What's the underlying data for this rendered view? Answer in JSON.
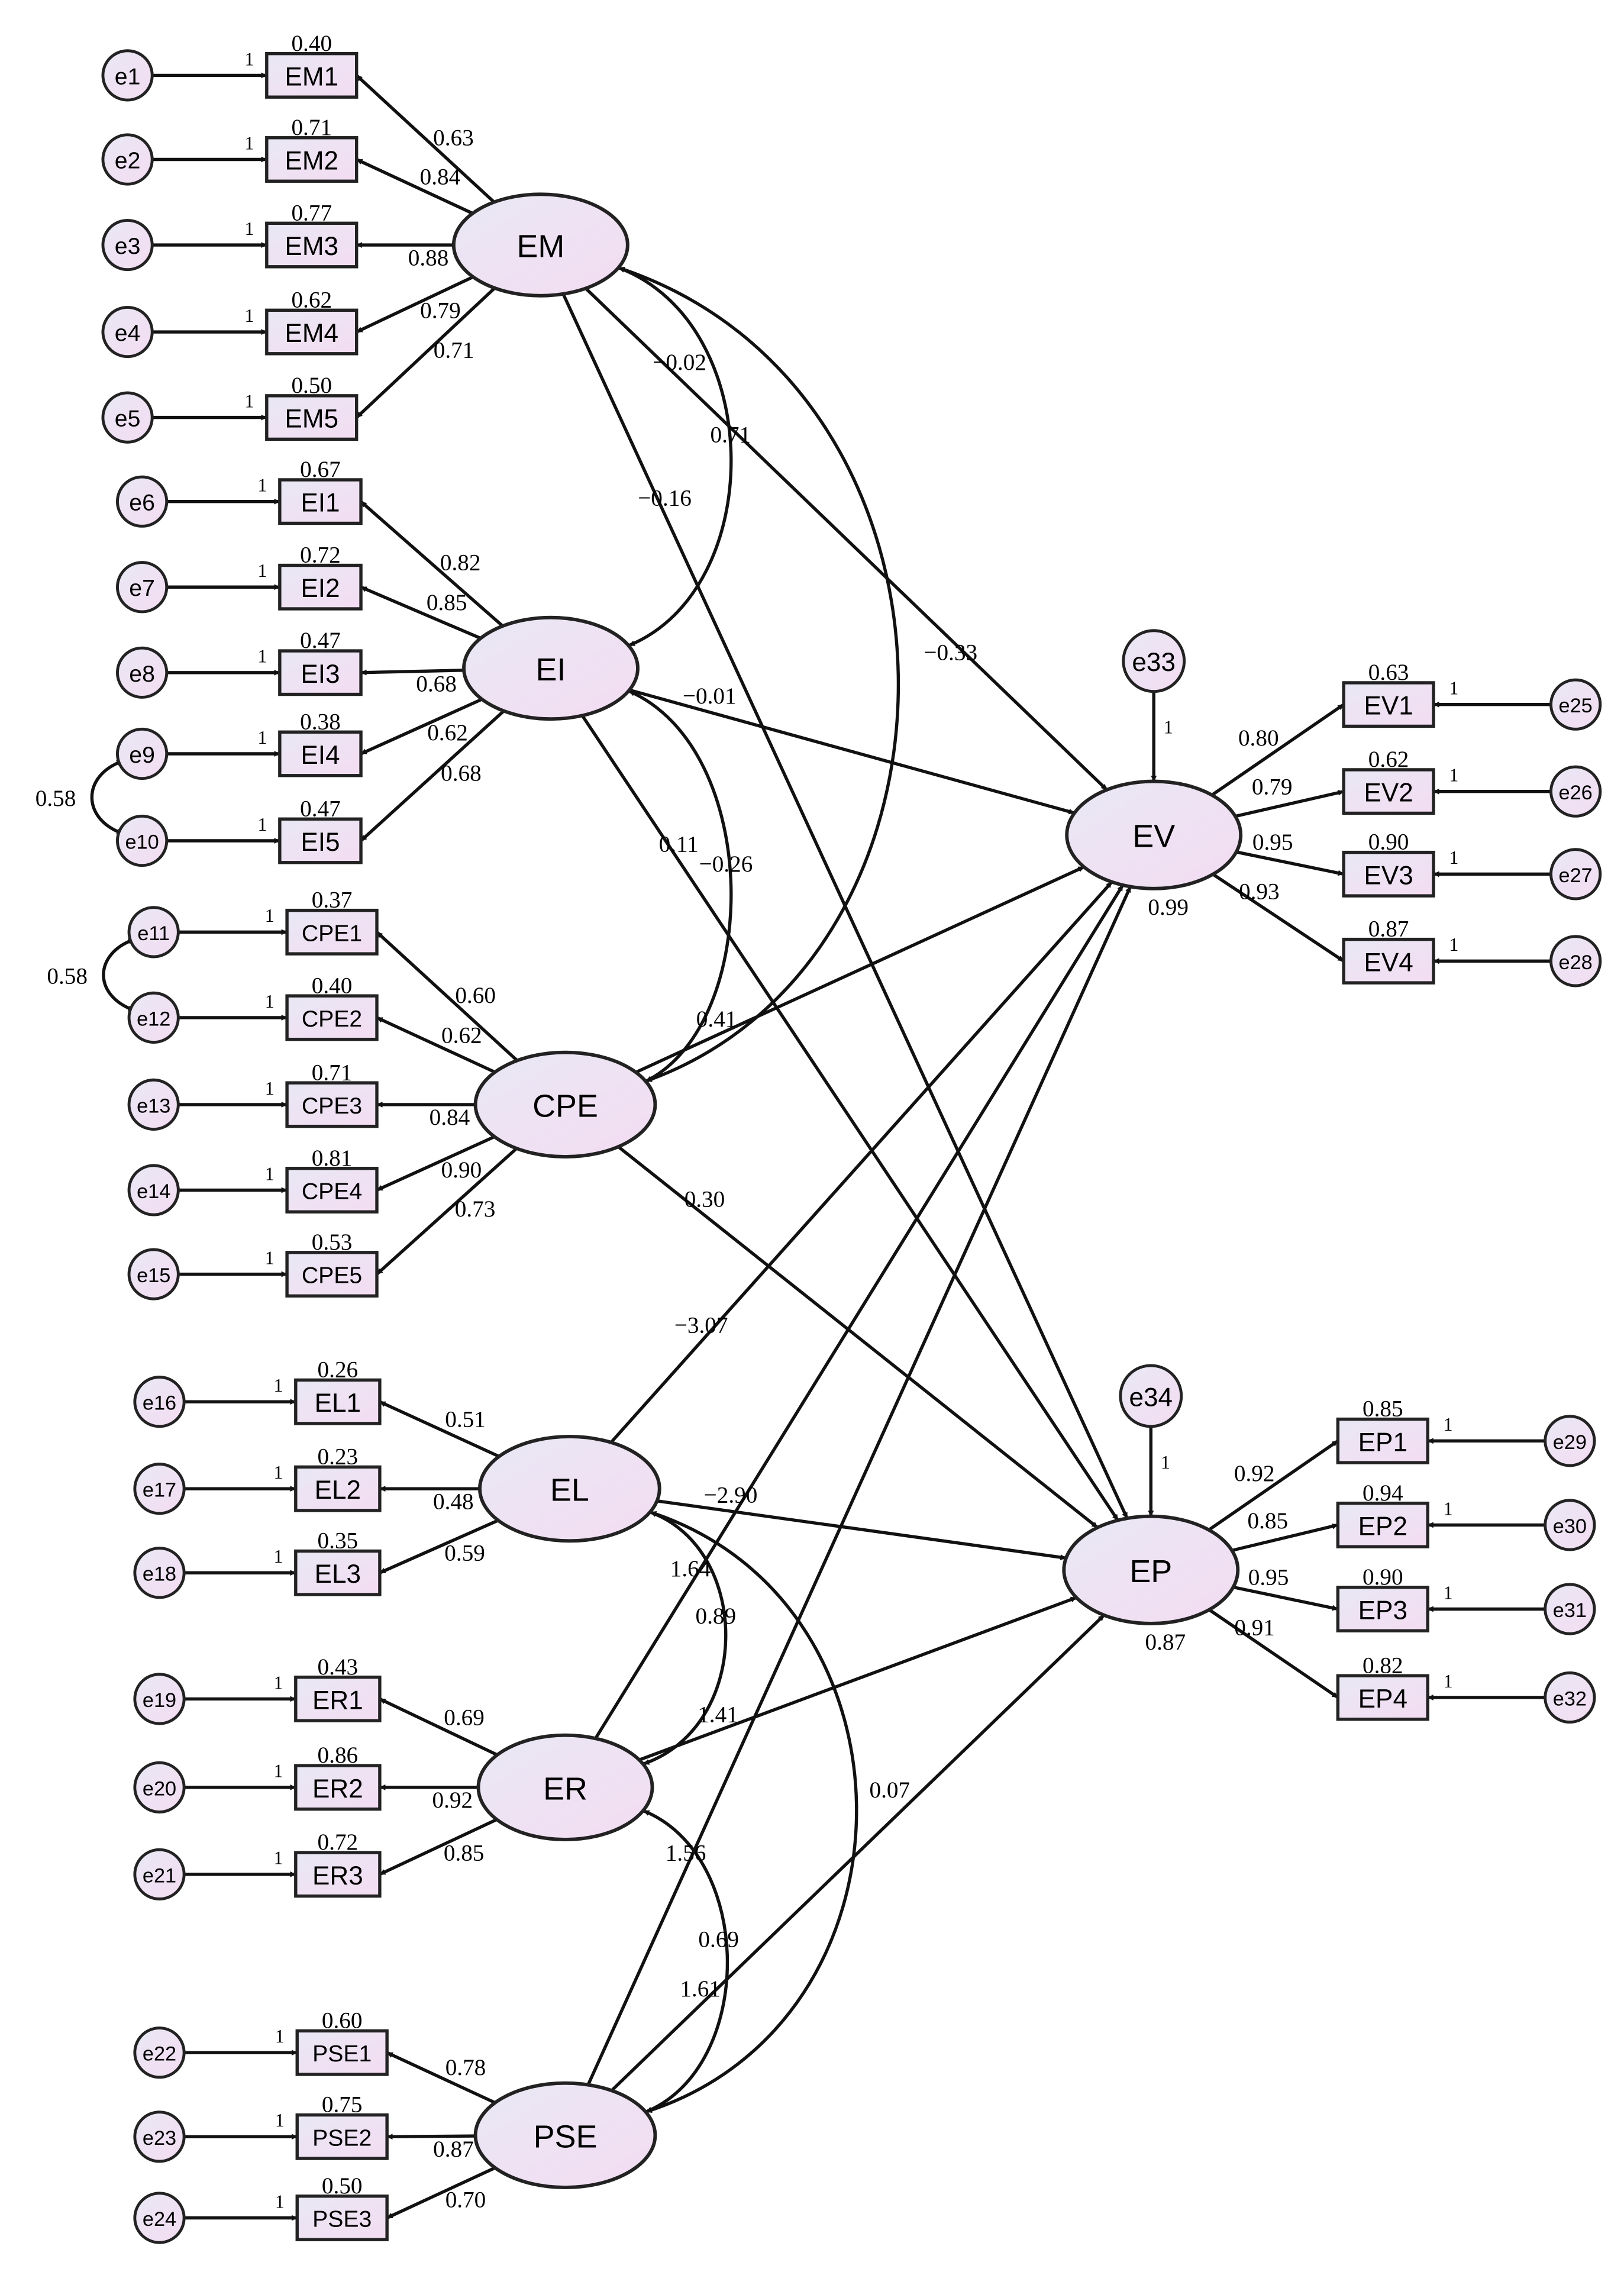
{
  "latents": [
    {
      "id": "EM",
      "label": "EM"
    },
    {
      "id": "EI",
      "label": "EI"
    },
    {
      "id": "CPE",
      "label": "CPE"
    },
    {
      "id": "EL",
      "label": "EL"
    },
    {
      "id": "ER",
      "label": "ER"
    },
    {
      "id": "PSE",
      "label": "PSE"
    },
    {
      "id": "EV",
      "label": "EV",
      "r2": "0.99",
      "disturbance": "e33",
      "disturbance_weight": "1"
    },
    {
      "id": "EP",
      "label": "EP",
      "r2": "0.87",
      "disturbance": "e34",
      "disturbance_weight": "1"
    }
  ],
  "indicators": [
    {
      "latent": "EM",
      "label": "EM1",
      "error": "e1",
      "r2": "0.40",
      "loading": "0.63"
    },
    {
      "latent": "EM",
      "label": "EM2",
      "error": "e2",
      "r2": "0.71",
      "loading": "0.84"
    },
    {
      "latent": "EM",
      "label": "EM3",
      "error": "e3",
      "r2": "0.77",
      "loading": "0.88"
    },
    {
      "latent": "EM",
      "label": "EM4",
      "error": "e4",
      "r2": "0.62",
      "loading": "0.79"
    },
    {
      "latent": "EM",
      "label": "EM5",
      "error": "e5",
      "r2": "0.50",
      "loading": "0.71"
    },
    {
      "latent": "EI",
      "label": "EI1",
      "error": "e6",
      "r2": "0.67",
      "loading": "0.82"
    },
    {
      "latent": "EI",
      "label": "EI2",
      "error": "e7",
      "r2": "0.72",
      "loading": "0.85"
    },
    {
      "latent": "EI",
      "label": "EI3",
      "error": "e8",
      "r2": "0.47",
      "loading": "0.68"
    },
    {
      "latent": "EI",
      "label": "EI4",
      "error": "e9",
      "r2": "0.38",
      "loading": "0.62"
    },
    {
      "latent": "EI",
      "label": "EI5",
      "error": "e10",
      "r2": "0.47",
      "loading": "0.68"
    },
    {
      "latent": "CPE",
      "label": "CPE1",
      "error": "e11",
      "r2": "0.37",
      "loading": "0.60"
    },
    {
      "latent": "CPE",
      "label": "CPE2",
      "error": "e12",
      "r2": "0.40",
      "loading": "0.62"
    },
    {
      "latent": "CPE",
      "label": "CPE3",
      "error": "e13",
      "r2": "0.71",
      "loading": "0.84"
    },
    {
      "latent": "CPE",
      "label": "CPE4",
      "error": "e14",
      "r2": "0.81",
      "loading": "0.90"
    },
    {
      "latent": "CPE",
      "label": "CPE5",
      "error": "e15",
      "r2": "0.53",
      "loading": "0.73"
    },
    {
      "latent": "EL",
      "label": "EL1",
      "error": "e16",
      "r2": "0.26",
      "loading": "0.51"
    },
    {
      "latent": "EL",
      "label": "EL2",
      "error": "e17",
      "r2": "0.23",
      "loading": "0.48"
    },
    {
      "latent": "EL",
      "label": "EL3",
      "error": "e18",
      "r2": "0.35",
      "loading": "0.59"
    },
    {
      "latent": "ER",
      "label": "ER1",
      "error": "e19",
      "r2": "0.43",
      "loading": "0.69"
    },
    {
      "latent": "ER",
      "label": "ER2",
      "error": "e20",
      "r2": "0.86",
      "loading": "0.92"
    },
    {
      "latent": "ER",
      "label": "ER3",
      "error": "e21",
      "r2": "0.72",
      "loading": "0.85"
    },
    {
      "latent": "PSE",
      "label": "PSE1",
      "error": "e22",
      "r2": "0.60",
      "loading": "0.78"
    },
    {
      "latent": "PSE",
      "label": "PSE2",
      "error": "e23",
      "r2": "0.75",
      "loading": "0.87"
    },
    {
      "latent": "PSE",
      "label": "PSE3",
      "error": "e24",
      "r2": "0.50",
      "loading": "0.70"
    },
    {
      "latent": "EV",
      "label": "EV1",
      "error": "e25",
      "r2": "0.63",
      "loading": "0.80"
    },
    {
      "latent": "EV",
      "label": "EV2",
      "error": "e26",
      "r2": "0.62",
      "loading": "0.79"
    },
    {
      "latent": "EV",
      "label": "EV3",
      "error": "e27",
      "r2": "0.90",
      "loading": "0.95"
    },
    {
      "latent": "EV",
      "label": "EV4",
      "error": "e28",
      "r2": "0.87",
      "loading": "0.93"
    },
    {
      "latent": "EP",
      "label": "EP1",
      "error": "e29",
      "r2": "0.85",
      "loading": "0.92"
    },
    {
      "latent": "EP",
      "label": "EP2",
      "error": "e30",
      "r2": "0.94",
      "loading": "0.85"
    },
    {
      "latent": "EP",
      "label": "EP3",
      "error": "e31",
      "r2": "0.90",
      "loading": "0.95"
    },
    {
      "latent": "EP",
      "label": "EP4",
      "error": "e32",
      "r2": "0.82",
      "loading": "0.91"
    }
  ],
  "fixed_weight": "1",
  "structural_paths": [
    {
      "from": "EM",
      "to": "EV",
      "value": "−0.02"
    },
    {
      "from": "EM",
      "to": "EP",
      "value": "−0.16"
    },
    {
      "from": "EI",
      "to": "EV",
      "value": "−0.01"
    },
    {
      "from": "EI",
      "to": "EP",
      "value": "0.11"
    },
    {
      "from": "CPE",
      "to": "EV",
      "value": "0.41"
    },
    {
      "from": "CPE",
      "to": "EP",
      "value": "0.30"
    },
    {
      "from": "EL",
      "to": "EV",
      "value": "−3.07"
    },
    {
      "from": "EL",
      "to": "EP",
      "value": "−2.90"
    },
    {
      "from": "ER",
      "to": "EV",
      "value": "1.64"
    },
    {
      "from": "ER",
      "to": "EP",
      "value": "1.41"
    },
    {
      "from": "PSE",
      "to": "EV",
      "value": "1.56"
    },
    {
      "from": "PSE",
      "to": "EP",
      "value": "1.61"
    }
  ],
  "covariances": [
    {
      "a": "EM",
      "b": "EI",
      "value": "0.71"
    },
    {
      "a": "EM",
      "b": "CPE",
      "value": "−0.33"
    },
    {
      "a": "EI",
      "b": "CPE",
      "value": "−0.26"
    },
    {
      "a": "EL",
      "b": "ER",
      "value": "0.89"
    },
    {
      "a": "EL",
      "b": "PSE",
      "value": "0.07"
    },
    {
      "a": "ER",
      "b": "PSE",
      "value": "0.69"
    }
  ],
  "error_covariances": [
    {
      "a": "e9",
      "b": "e10",
      "value": "0.58"
    },
    {
      "a": "e11",
      "b": "e12",
      "value": "0.58"
    }
  ]
}
